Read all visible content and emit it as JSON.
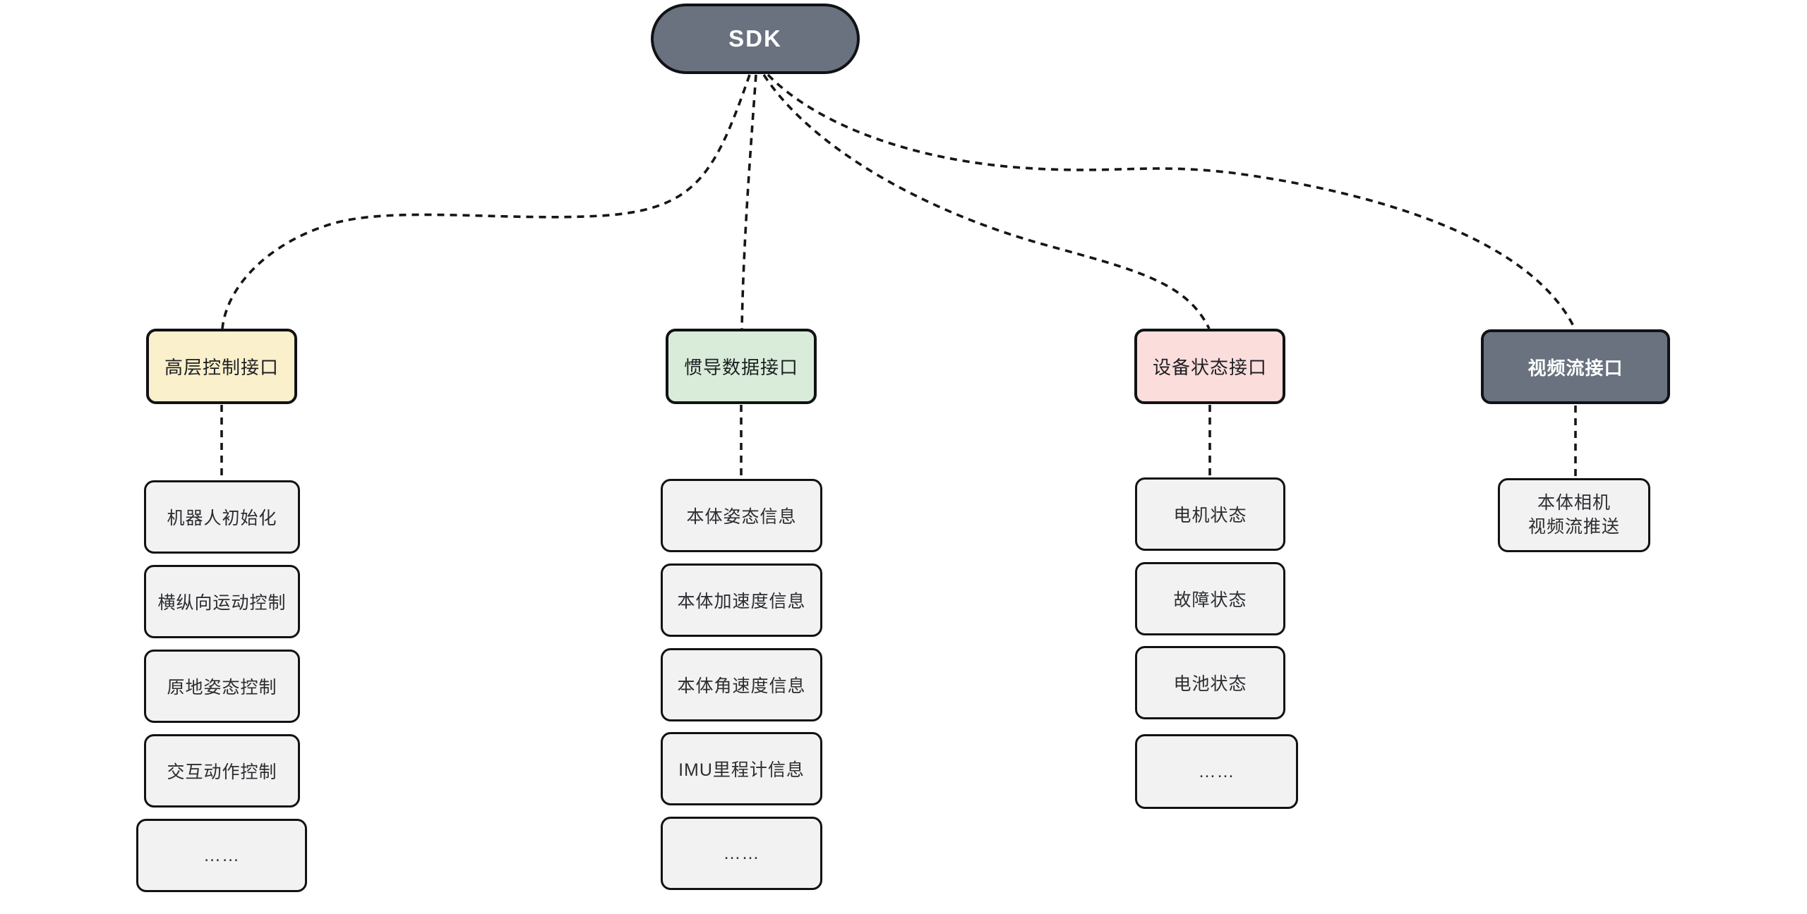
{
  "diagram": {
    "root": {
      "label": "SDK"
    },
    "branches": [
      {
        "label": "高层控制接口",
        "fill": "#fbf0cc",
        "children": [
          "机器人初始化",
          "横纵向运动控制",
          "原地姿态控制",
          "交互动作控制",
          "……"
        ]
      },
      {
        "label": "惯导数据接口",
        "fill": "#d9ecd9",
        "children": [
          "本体姿态信息",
          "本体加速度信息",
          "本体角速度信息",
          "IMU里程计信息",
          "……"
        ]
      },
      {
        "label": "设备状态接口",
        "fill": "#fbdddc",
        "children": [
          "电机状态",
          "故障状态",
          "电池状态",
          "……"
        ]
      },
      {
        "label": "视频流接口",
        "fill": "#6a7280",
        "children": [
          {
            "line1": "本体相机",
            "line2": "视频流推送"
          }
        ]
      }
    ],
    "colors": {
      "root_fill": "#6a7280",
      "root_text": "#ffffff",
      "child_fill": "#f2f2f2",
      "border": "#111215",
      "connector": "#161616",
      "background": "#ffffff"
    }
  }
}
